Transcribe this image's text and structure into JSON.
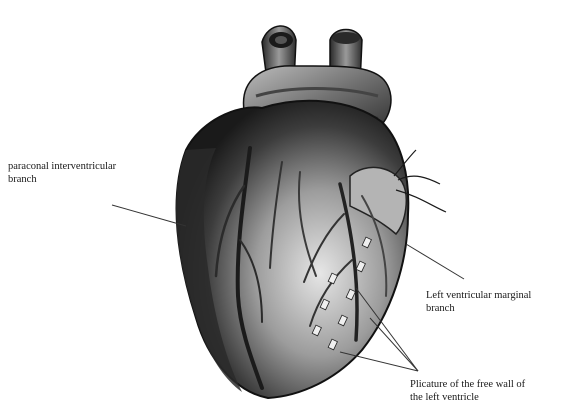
{
  "labels": {
    "paraconal": {
      "line1": "paraconal interventricular",
      "line2": "branch"
    },
    "marginal": {
      "line1": "Left ventricular marginal",
      "line2": "branch"
    },
    "plicature": {
      "line1": "Plicature of the free wall of",
      "line2": "the left ventricle"
    }
  },
  "colors": {
    "background": "#ffffff",
    "ink": "#1a1a1a",
    "heart_dark": "#1e1e1e",
    "heart_mid": "#6b6b6b",
    "heart_light": "#d2d2d2",
    "leader_line": "#333333"
  }
}
